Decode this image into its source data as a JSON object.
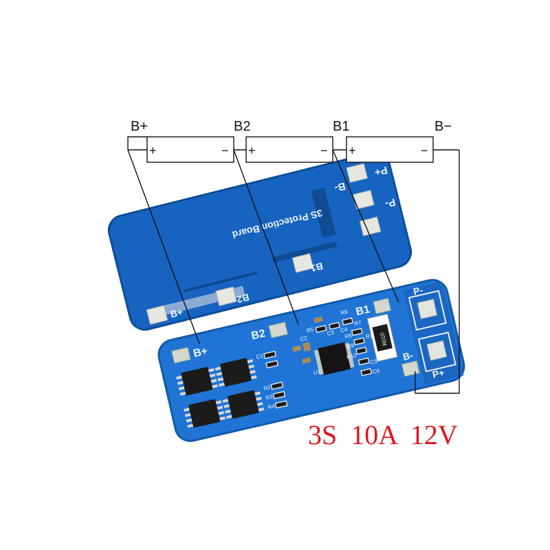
{
  "wiring": {
    "terminals": [
      "B+",
      "B2",
      "B1",
      "B−"
    ],
    "cells": [
      {
        "plus": "+",
        "minus": "−"
      },
      {
        "plus": "+",
        "minus": "−"
      },
      {
        "plus": "+",
        "minus": "−"
      }
    ]
  },
  "back_board": {
    "title": "3S Protection Board",
    "pads": {
      "b_minus": "B-",
      "p_plus": "P+",
      "p_minus": "P-",
      "b1": "B1",
      "b2": "B2",
      "b_plus": "B+"
    }
  },
  "front_board": {
    "pads": {
      "b_plus": "B+",
      "b2": "B2",
      "b1": "B1",
      "p_minus": "P-",
      "p_plus": "P+",
      "b_minus": "B-"
    },
    "resistor_marking": "R010",
    "refs": [
      "R6",
      "R5",
      "C3",
      "C4",
      "R7",
      "R8",
      "R1",
      "R9",
      "R10",
      "C1",
      "C2",
      "R2",
      "R3",
      "R4",
      "U1",
      "C5",
      "C6"
    ]
  },
  "caption": "3S  10A  12V",
  "colors": {
    "pcb": "#1e6fd0",
    "pcb_dark": "#1557a8",
    "pad": "#c9c9c4",
    "caption": "#e0141b"
  }
}
